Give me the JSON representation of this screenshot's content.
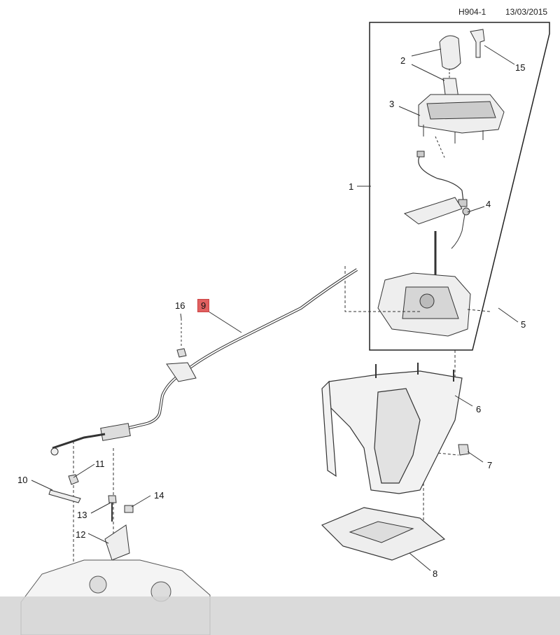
{
  "header": {
    "code": "H904-1",
    "date": "13/03/2015"
  },
  "callouts": [
    {
      "id": "c1",
      "label": "1"
    },
    {
      "id": "c2",
      "label": "2"
    },
    {
      "id": "c3",
      "label": "3"
    },
    {
      "id": "c4",
      "label": "4"
    },
    {
      "id": "c5",
      "label": "5"
    },
    {
      "id": "c6",
      "label": "6"
    },
    {
      "id": "c7",
      "label": "7"
    },
    {
      "id": "c8",
      "label": "8"
    },
    {
      "id": "c9",
      "label": "9",
      "highlight": true
    },
    {
      "id": "c10",
      "label": "10"
    },
    {
      "id": "c11",
      "label": "11"
    },
    {
      "id": "c12",
      "label": "12"
    },
    {
      "id": "c13",
      "label": "13"
    },
    {
      "id": "c14",
      "label": "14"
    },
    {
      "id": "c15",
      "label": "15"
    },
    {
      "id": "c16",
      "label": "16"
    }
  ],
  "colors": {
    "line": "#333333",
    "highlight": "#e06060",
    "bottom_bar": "#d4d4d4"
  }
}
